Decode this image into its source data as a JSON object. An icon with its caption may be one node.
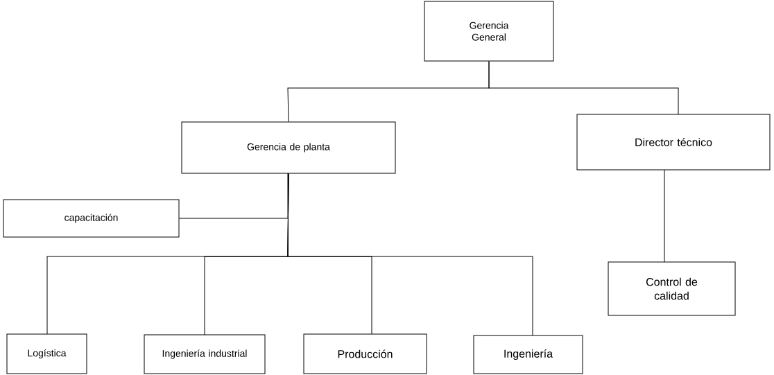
{
  "diagram": {
    "nodes": [
      {
        "text": [
          "Gerencia General"
        ]
      },
      {
        "text": [
          "Gerencia de planta"
        ]
      },
      {
        "text": [
          "Director técnico"
        ]
      },
      {
        "text": [
          "capacitación"
        ]
      },
      {
        "text": [
          "Control de calidad"
        ]
      },
      {
        "text": [
          "Logística"
        ]
      },
      {
        "text": [
          "Ingeniería industrial"
        ]
      },
      {
        "text": [
          "Producción"
        ]
      },
      {
        "text": [
          "Ingeniería"
        ]
      }
    ],
    "edges": [
      {
        "from": 0,
        "to": 1,
        "arrow": "none"
      },
      {
        "from": 0,
        "to": 2,
        "arrow": "none"
      },
      {
        "from": 1,
        "to": 3,
        "arrow": "none"
      },
      {
        "from": 1,
        "to": 5,
        "arrow": "none"
      },
      {
        "from": 1,
        "to": 6,
        "arrow": "none"
      },
      {
        "from": 1,
        "to": 7,
        "arrow": "none"
      },
      {
        "from": 1,
        "to": 8,
        "arrow": "none"
      },
      {
        "from": 2,
        "to": 4,
        "arrow": "none"
      }
    ]
  }
}
